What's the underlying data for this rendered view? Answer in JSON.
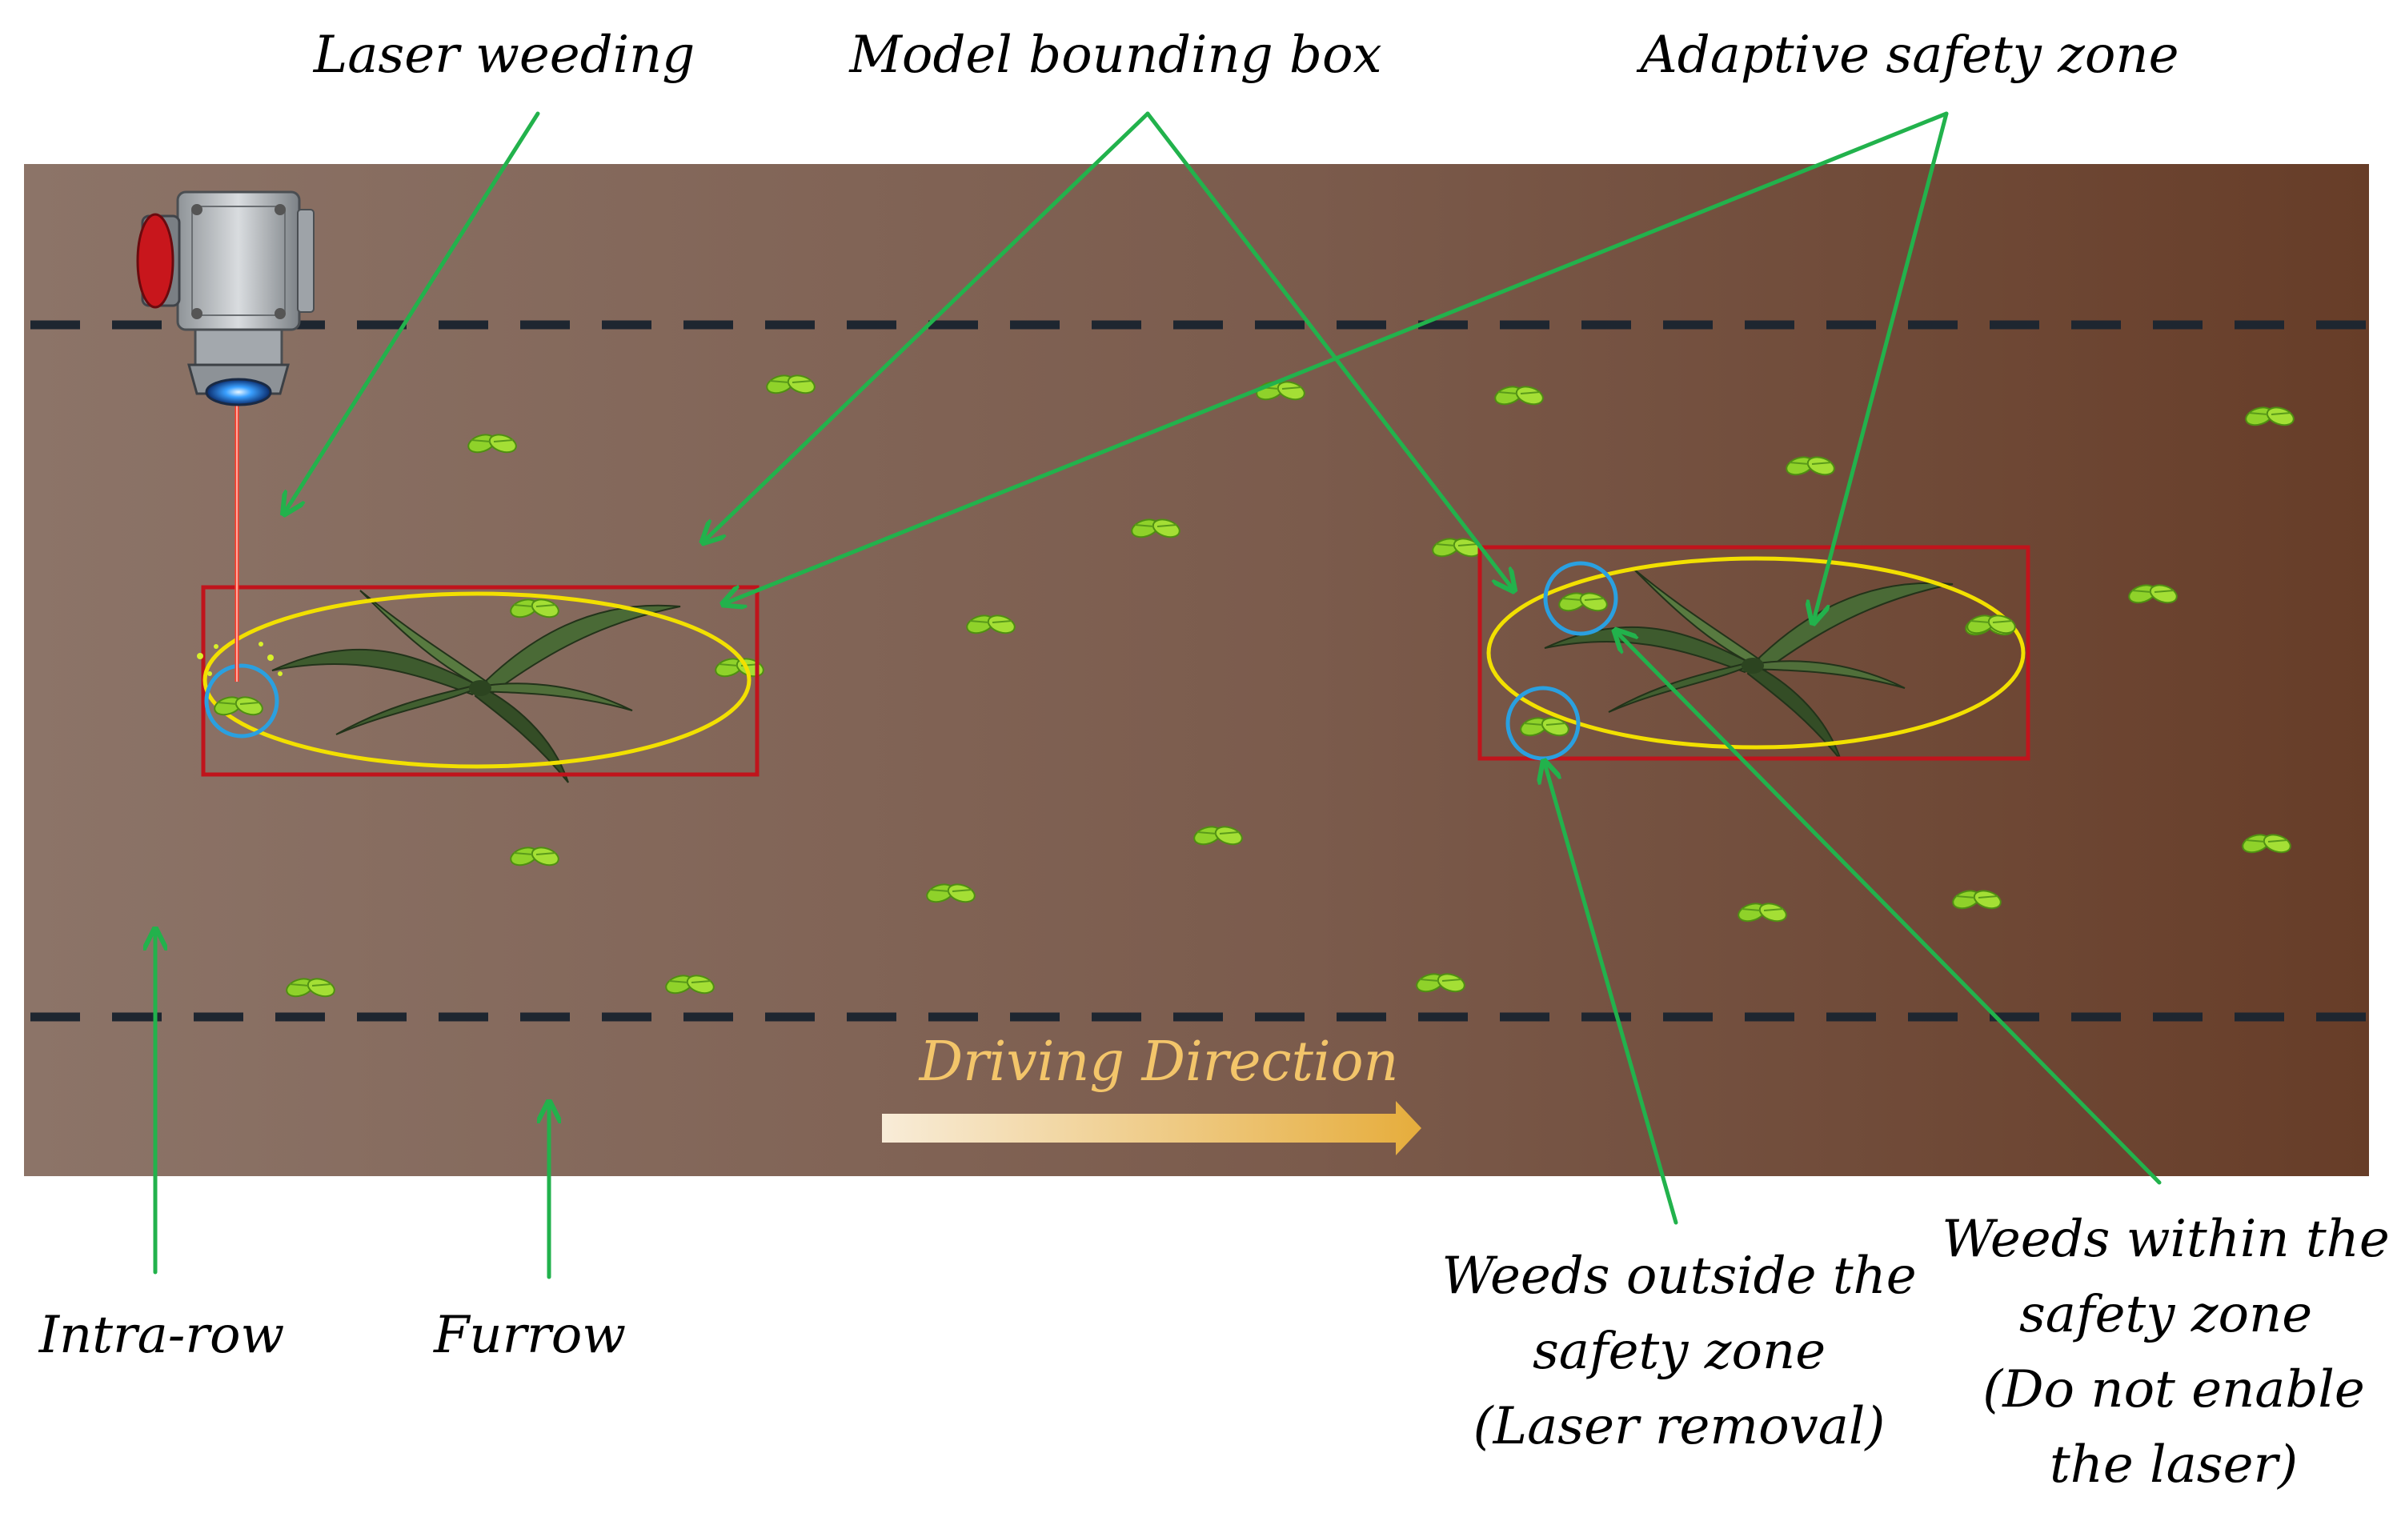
{
  "labels": {
    "laser_weeding": "Laser weeding",
    "model_bounding_box": "Model bounding box",
    "adaptive_safety_zone": "Adaptive safety zone",
    "intra_row": "Intra-row",
    "furrow": "Furrow",
    "driving_direction": "Driving Direction",
    "weeds_outside": [
      "Weeds outside the",
      "safety zone",
      "(Laser removal)"
    ],
    "weeds_within": [
      "Weeds within the",
      "safety zone",
      "(Do not enable",
      "the laser)"
    ]
  },
  "colors": {
    "soil_light": "#8b7266",
    "soil_dark": "#6a3f2a",
    "arrow_green": "#22b24c",
    "bounding_box_red": "#c0141c",
    "safety_zone_yellow": "#f2e000",
    "weed_circle_blue": "#2aa0e0",
    "laser_red": "#ff3b2a",
    "direction_text": "#f3c56a",
    "row_line": "#1e2630"
  }
}
